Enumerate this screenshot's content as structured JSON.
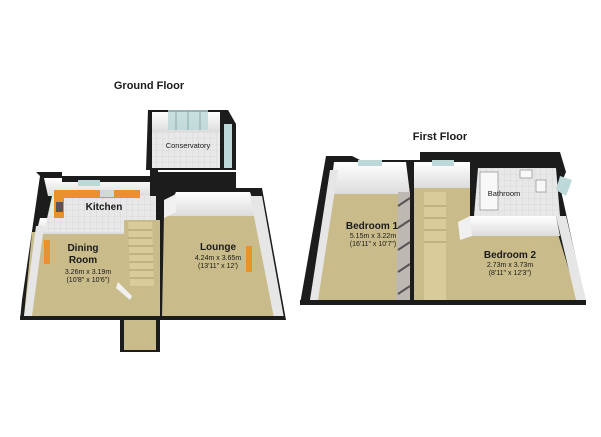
{
  "floors": {
    "ground": {
      "title": "Ground Floor"
    },
    "first": {
      "title": "First Floor"
    }
  },
  "rooms": {
    "conservatory": {
      "name": "Conservatory"
    },
    "kitchen": {
      "name": "Kitchen"
    },
    "dining": {
      "name_line1": "Dining",
      "name_line2": "Room",
      "metric": "3.26m x 3.19m",
      "imperial": "(10'8\" x 10'6\")"
    },
    "lounge": {
      "name": "Lounge",
      "metric": "4.24m x 3.65m",
      "imperial": "(13'11\" x 12')"
    },
    "bedroom1": {
      "name": "Bedroom 1",
      "metric": "5.15m x 3.22m",
      "imperial": "(16'11\" x 10'7\")"
    },
    "bathroom": {
      "name": "Bathroom"
    },
    "bedroom2": {
      "name": "Bedroom 2",
      "metric": "2.73m x 3.73m",
      "imperial": "(8'11\" x 12'3\")"
    }
  },
  "colors": {
    "wall_top": "#1c1c1c",
    "wall_face": "#f4f4f4",
    "carpet": "#c9bc8a",
    "tile": "#e6e6e6",
    "counter": "#e8922e",
    "glass": "#bcd8d8"
  }
}
